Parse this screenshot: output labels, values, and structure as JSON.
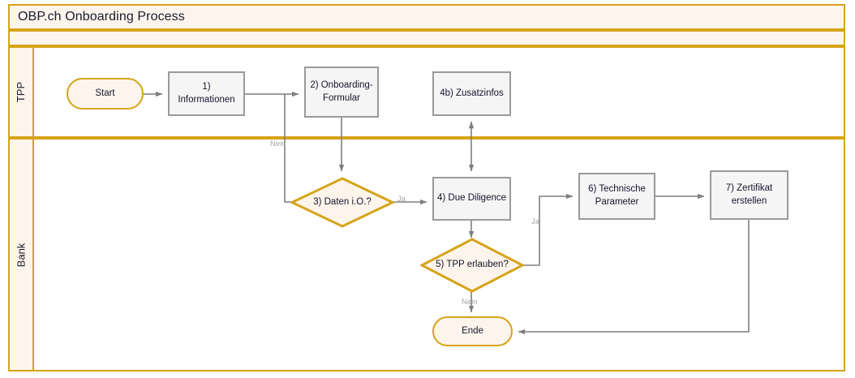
{
  "pool": {
    "title": "OBP.ch Onboarding Process",
    "border_color": "#D6A419",
    "lane_fill": "#FDF5EC"
  },
  "lanes": [
    {
      "id": "tpp",
      "label": "TPP"
    },
    {
      "id": "bank",
      "label": "Bank"
    }
  ],
  "nodes": [
    {
      "id": "start",
      "label": "Start",
      "type": "terminator",
      "lane": "tpp"
    },
    {
      "id": "n1",
      "label": "1) Informationen",
      "type": "task",
      "lane": "tpp"
    },
    {
      "id": "n2",
      "label": "2) Onboarding-\nFormular",
      "type": "task",
      "lane": "tpp"
    },
    {
      "id": "n4b",
      "label": "4b) Zusatzinfos",
      "type": "task",
      "lane": "tpp"
    },
    {
      "id": "n3",
      "label": "3) Daten i.O.?",
      "type": "decision",
      "lane": "bank"
    },
    {
      "id": "n4",
      "label": "4) Due Diligence",
      "type": "task",
      "lane": "bank"
    },
    {
      "id": "n6",
      "label": "6) Technische\nParameter",
      "type": "task",
      "lane": "bank"
    },
    {
      "id": "n7",
      "label": "7) Zertifikat\nerstellen",
      "type": "task",
      "lane": "bank"
    },
    {
      "id": "n5",
      "label": "5) TPP erlauben?",
      "type": "decision",
      "lane": "bank"
    },
    {
      "id": "ende",
      "label": "Ende",
      "type": "terminator",
      "lane": "bank"
    }
  ],
  "edge_labels": {
    "n3_nein": "Nein",
    "n3_ja": "Ja",
    "n5_ja": "Ja",
    "n5_nein": "Nein"
  },
  "colors": {
    "accent": "#D6A419",
    "task_fill": "#F5F5F5",
    "task_border": "#9A9A9A",
    "terminator_fill": "#FDF5EC",
    "connector": "#7F7F7F",
    "edge_label": "#A6A6A6",
    "text": "#14142b"
  }
}
